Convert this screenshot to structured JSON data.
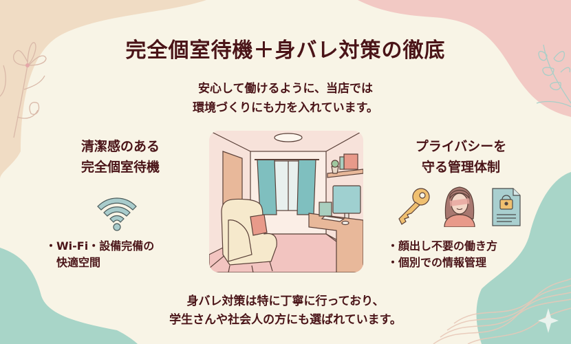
{
  "title": "完全個室待機＋身バレ対策の徹底",
  "intro": {
    "line1": "安心して働けるように、当店では",
    "line2": "環境づくりにも力を入れています。"
  },
  "left_section": {
    "heading_line1": "清潔感のある",
    "heading_line2": "完全個室待機",
    "icon": "wifi-icon",
    "bullets": [
      {
        "line1": "・Wi-Fi・設備完備の",
        "line2": "快適空間"
      }
    ]
  },
  "center_image": {
    "description": "illustration of private waiting room with armchair, window with curtains, desk with monitor and shelf"
  },
  "right_section": {
    "heading_line1": "プライバシーを",
    "heading_line2": "守る管理体制",
    "icons": [
      "key-icon",
      "hidden-face-icon",
      "locked-document-icon"
    ],
    "bullets": [
      "・顔出し不要の働き方",
      "・個別での情報管理"
    ]
  },
  "outro": {
    "line1": "身バレ対策は特に丁寧に行っており、",
    "line2": "学生さんや社会人の方にも選ばれています。"
  },
  "colors": {
    "background": "#f8f4e6",
    "text": "#4a1418",
    "beige_blob": "#f0dcc4",
    "pink_blob": "#f2c9c4",
    "teal_blob": "#a8d5c8",
    "wifi": "#a9cccc"
  }
}
